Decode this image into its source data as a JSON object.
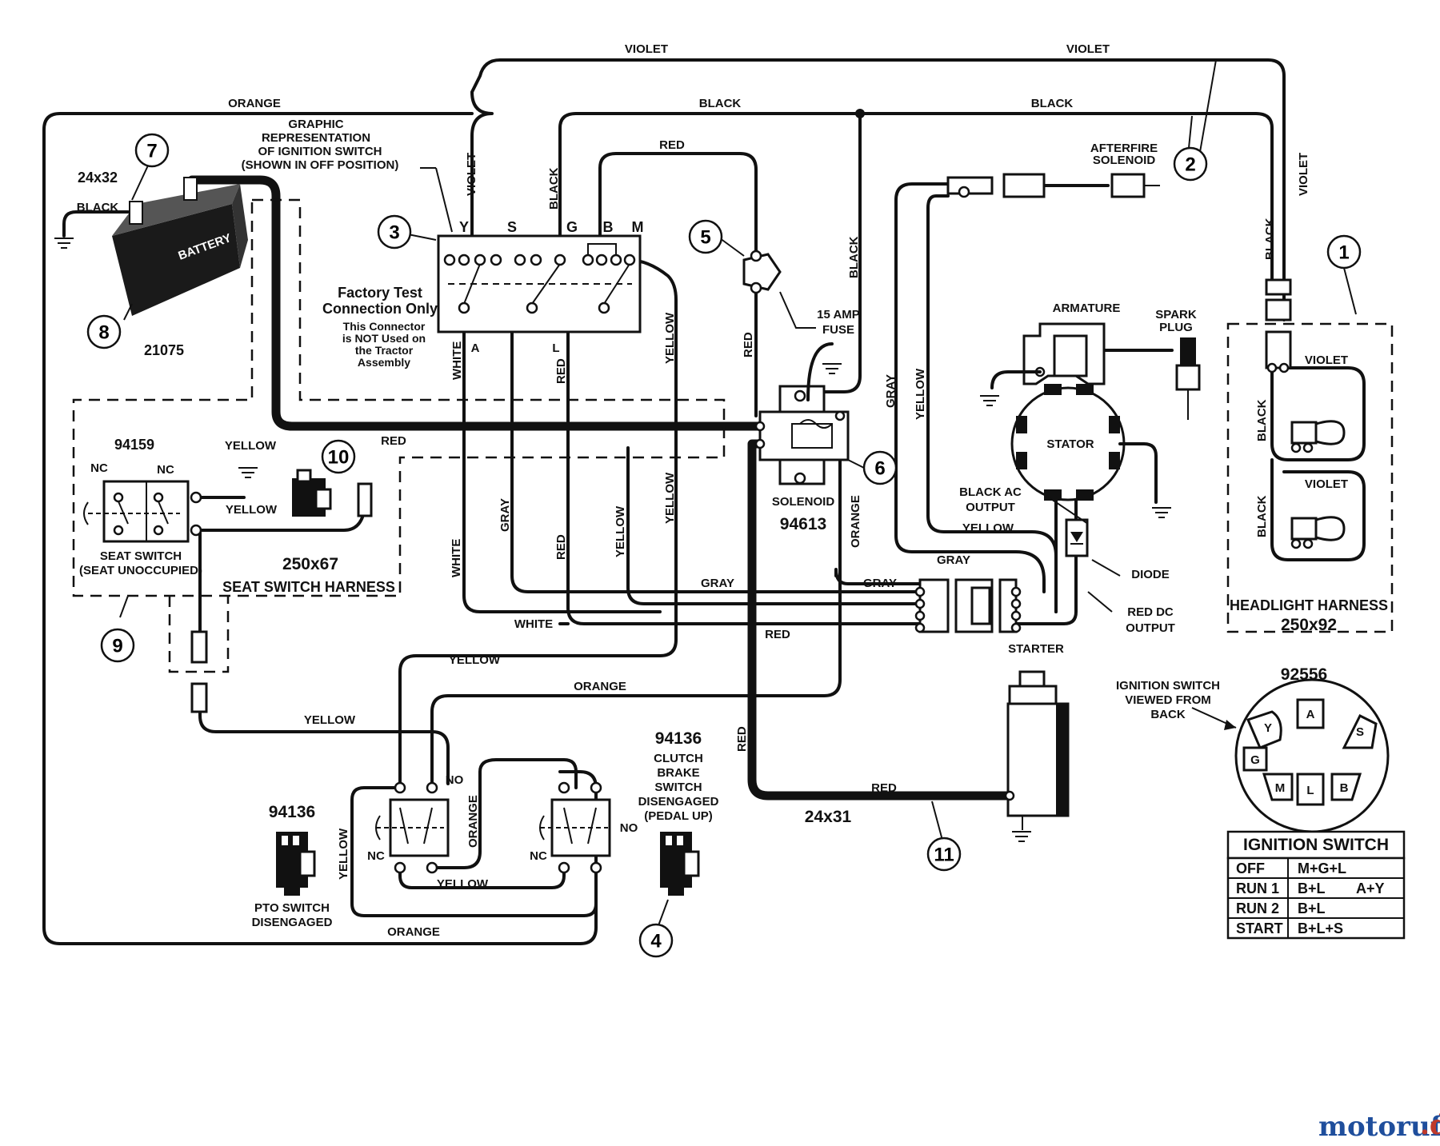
{
  "wires": {
    "violet_top_1": "VIOLET",
    "violet_top_2": "VIOLET",
    "orange_top": "ORANGE",
    "black_top_1": "BLACK",
    "black_top_2": "BLACK",
    "red_top": "RED",
    "violet_v1": "VIOLET",
    "black_v1": "BLACK",
    "black_v2": "BLACK",
    "black_v3": "BLACK",
    "violet_v2": "VIOLET",
    "white_v1": "WHITE",
    "red_v1": "RED",
    "yellow_v1": "YELLOW",
    "red_v2": "RED",
    "red_h1": "RED",
    "gray_v1": "GRAY",
    "yellow_v2": "YELLOW",
    "white_v2": "WHITE",
    "gray_v2": "GRAY",
    "red_v3": "RED",
    "yellow_v3": "YELLOW",
    "yellow_v4": "YELLOW",
    "orange_v1": "ORANGE",
    "gray_h1": "GRAY",
    "gray_h2": "GRAY",
    "gray_h3": "GRAY",
    "yellow_h1": "YELLOW",
    "white_h1": "WHITE",
    "red_h2": "RED",
    "yellow_h2": "YELLOW",
    "orange_h1": "ORANGE",
    "yellow_h3": "YELLOW",
    "red_v4": "RED",
    "red_h3": "RED",
    "yellow_seat1": "YELLOW",
    "yellow_seat2": "YELLOW",
    "yellow_v5": "YELLOW",
    "orange_v2": "ORANGE",
    "yellow_h4": "YELLOW",
    "orange_h2": "ORANGE",
    "black_batt": "BLACK"
  },
  "labels": {
    "battery_size": "24x32",
    "battery_text": "BATTERY",
    "battery_part": "21075",
    "graphic_rep": [
      "GRAPHIC",
      "REPRESENTATION",
      "OF IGNITION SWITCH",
      "(SHOWN IN OFF POSITION)"
    ],
    "ign_terms": [
      "Y",
      "S",
      "G",
      "B",
      "M",
      "A",
      "L"
    ],
    "factory_test": [
      "Factory Test",
      "Connection Only"
    ],
    "connector_note": [
      "This Connector",
      "is NOT Used on",
      "the Tractor",
      "Assembly"
    ],
    "fuse": [
      "15 AMP",
      "FUSE"
    ],
    "afterfire": [
      "AFTERFIRE",
      "SOLENOID"
    ],
    "armature": "ARMATURE",
    "spark_plug": [
      "SPARK",
      "PLUG"
    ],
    "stator": "STATOR",
    "black_ac": [
      "BLACK AC",
      "OUTPUT"
    ],
    "diode": "DIODE",
    "red_dc": [
      "RED DC",
      "OUTPUT"
    ],
    "solenoid": "SOLENOID",
    "solenoid_part": "94613",
    "seat_part": "94159",
    "nc1": "NC",
    "nc2": "NC",
    "seat_switch": [
      "SEAT SWITCH",
      "(SEAT UNOCCUPIED)"
    ],
    "seat_harness_size": "250x67",
    "seat_harness": "SEAT SWITCH HARNESS",
    "headlight_harness": "HEADLIGHT HARNESS",
    "headlight_size": "250x92",
    "violet_hl1": "VIOLET",
    "violet_hl2": "VIOLET",
    "black_hl1": "BLACK",
    "black_hl2": "BLACK",
    "starter": "STARTER",
    "starter_cable": "24x31",
    "ign_back": [
      "IGNITION SWITCH",
      "VIEWED FROM",
      "BACK"
    ],
    "ign_part": "92556",
    "ign_letters": [
      "A",
      "Y",
      "S",
      "G",
      "M",
      "L",
      "B"
    ],
    "pto_part": "94136",
    "pto": [
      "PTO SWITCH",
      "DISENGAGED"
    ],
    "clutch_part": "94136",
    "clutch": [
      "CLUTCH",
      "BRAKE",
      "SWITCH",
      "DISENGAGED",
      "(PEDAL UP)"
    ],
    "no1": "NO",
    "no2": "NO",
    "nc3": "NC",
    "nc4": "NC"
  },
  "callouts": [
    "1",
    "2",
    "3",
    "4",
    "5",
    "6",
    "7",
    "8",
    "9",
    "10",
    "11"
  ],
  "ignition_table": {
    "title": "IGNITION SWITCH",
    "rows": [
      {
        "pos": "OFF",
        "contacts": "M+G+L",
        "extra": ""
      },
      {
        "pos": "RUN 1",
        "contacts": "B+L",
        "extra": "A+Y"
      },
      {
        "pos": "RUN 2",
        "contacts": "B+L",
        "extra": ""
      },
      {
        "pos": "START",
        "contacts": "B+L+S",
        "extra": ""
      }
    ]
  },
  "logo": {
    "main": "motoruf",
    "suffix": ".de",
    "color_main": "#1f4e9c",
    "color_accent": "#c0392b"
  }
}
